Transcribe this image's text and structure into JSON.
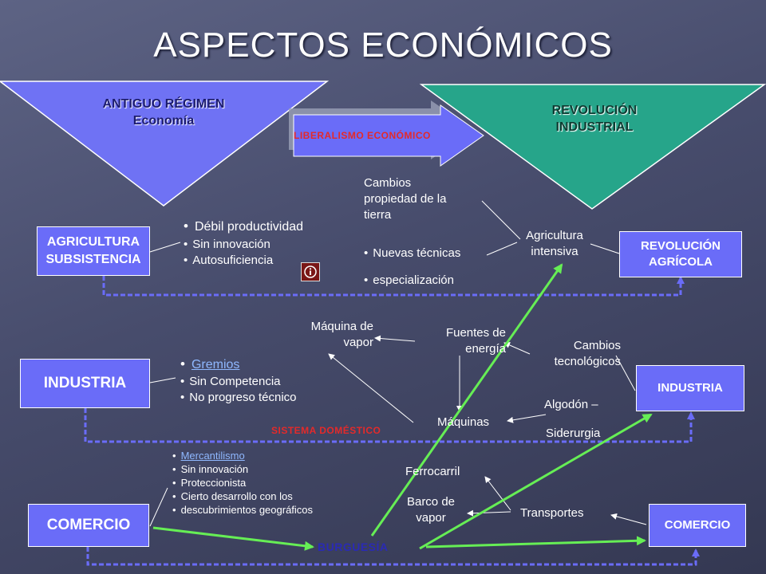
{
  "title": "ASPECTOS ECONÓMICOS",
  "antiguo_regimen": {
    "line1": "ANTIGUO RÉGIMEN",
    "line2": "Economía"
  },
  "revolucion_industrial": {
    "line1": "REVOLUCIÓN",
    "line2": "INDUSTRIAL"
  },
  "liberalismo": "LIBERALISMO ECONÓMICO",
  "left_boxes": {
    "agricultura": {
      "line1": "AGRICULTURA",
      "line2": "SUBSISTENCIA"
    },
    "industria": "INDUSTRIA",
    "comercio": "COMERCIO"
  },
  "right_boxes": {
    "revolucion_agricola": {
      "line1": "REVOLUCIÓN",
      "line2": "AGRÍCOLA"
    },
    "industria": "INDUSTRIA",
    "comercio": "COMERCIO"
  },
  "agricultura_bullets": [
    "Débil productividad",
    "Sin innovación",
    "Autosuficiencia"
  ],
  "industria_bullets": [
    "Gremios",
    "Sin Competencia",
    "No progreso técnico"
  ],
  "comercio_bullets": [
    "Mercantilismo",
    "Sin innovación",
    "Proteccionista",
    "Cierto desarrollo con los",
    "descubrimientos geográficos"
  ],
  "agri_center": {
    "cambios": [
      "Cambios",
      "propiedad de la",
      "tierra"
    ],
    "nuevas_tecnicas": "Nuevas técnicas",
    "especializacion": "especialización",
    "agricultura_intensiva": [
      "Agricultura",
      "intensiva"
    ]
  },
  "ind_center": {
    "maquina_vapor": [
      "Máquina de",
      "vapor"
    ],
    "fuentes_energia": [
      "Fuentes de",
      "energía"
    ],
    "cambios_tecnologicos": [
      "Cambios",
      "tecnológicos"
    ],
    "algodon": "Algodón –",
    "siderurgia": "Siderurgia",
    "maquinas": "Máquinas",
    "sistema_domestico": "SISTEMA DOMÉSTICO"
  },
  "com_center": {
    "ferrocarril": "Ferrocarril",
    "barco_vapor": [
      "Barco de",
      "vapor"
    ],
    "transportes": "Transportes",
    "burguesia": "BURGUESÍA"
  },
  "colors": {
    "box": "#6a6cf8",
    "left_triangle": "#6f72f4",
    "right_triangle": "#26a58a",
    "dashed_connector": "#6a6cf8",
    "green_arrow": "#66ee55",
    "red_label": "#e42a2a"
  },
  "icons": {
    "info": "info-icon"
  }
}
